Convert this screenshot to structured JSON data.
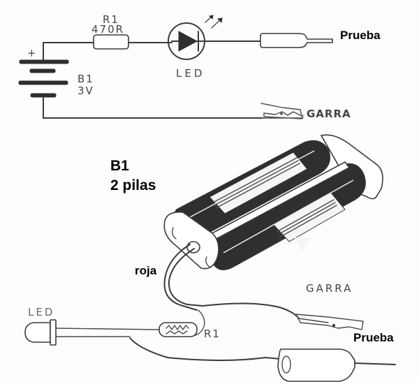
{
  "schematic": {
    "resistor": {
      "name": "R1",
      "value": "470R"
    },
    "battery": {
      "name": "B1",
      "voltage": "3V",
      "polarity": "+"
    },
    "led": {
      "label": "LED"
    },
    "probe_label": "Prueba",
    "clip_label": "GARRA"
  },
  "pictorial": {
    "battery_title": "B1",
    "battery_subtitle": "2 pilas",
    "wire_label": "roja",
    "clip_label": "GARRA",
    "led_label": "LED",
    "resistor_label": "R1",
    "probe_label": "Prueba"
  }
}
